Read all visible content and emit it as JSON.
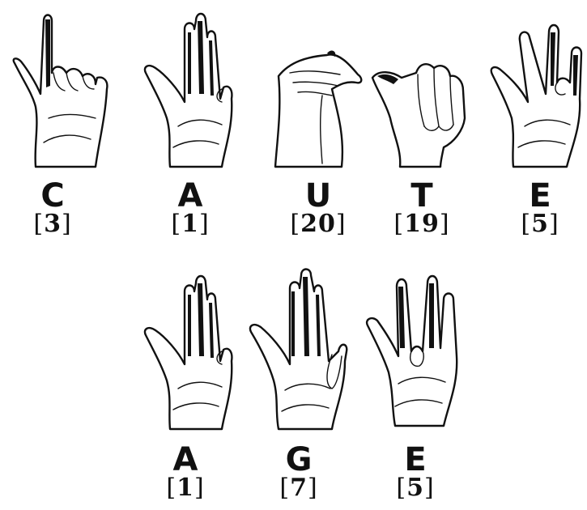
{
  "signs": [
    {
      "letter": "C",
      "number": "3",
      "handshape": "index-up-icon"
    },
    {
      "letter": "A",
      "number": "1",
      "handshape": "three-fingers-icon"
    },
    {
      "letter": "U",
      "number": "20",
      "handshape": "pinched-fingers-icon"
    },
    {
      "letter": "T",
      "number": "19",
      "handshape": "fist-thumb-icon"
    },
    {
      "letter": "E",
      "number": "5",
      "handshape": "horns-icon"
    },
    {
      "letter": "A",
      "number": "1",
      "handshape": "three-fingers-icon"
    },
    {
      "letter": "G",
      "number": "7",
      "handshape": "three-fingers-bent-icon"
    },
    {
      "letter": "E",
      "number": "5",
      "handshape": "index-middle-pinky-icon"
    }
  ],
  "colors": {
    "ink": "#111111",
    "paper": "#ffffff"
  }
}
